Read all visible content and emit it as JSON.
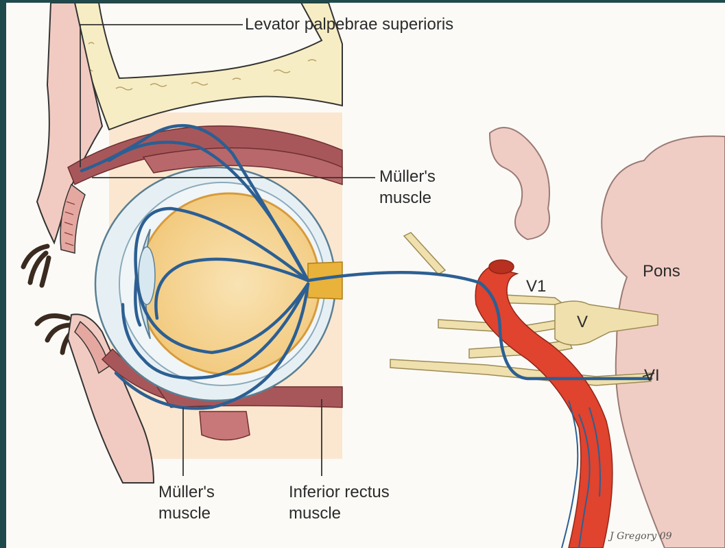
{
  "labels": {
    "levator": "Levator palpebrae superioris",
    "muller_upper_1": "Müller's",
    "muller_upper_2": "muscle",
    "muller_lower_1": "Müller's",
    "muller_lower_2": "muscle",
    "inferior_1": "Inferior rectus",
    "inferior_2": "muscle",
    "pons": "Pons",
    "v1": "V1",
    "v": "V",
    "vi": "VI"
  },
  "signature": "J Gregory 09",
  "colors": {
    "frame": "#1f4a4c",
    "background": "#fbfaf6",
    "nerve": "#2c5f93",
    "artery": "#e0432e",
    "muscle": "#a7575a",
    "skin": "#f1cbc2",
    "bone": "#f7edc4",
    "eyeball": "#f6d79a",
    "cranial_nerve": "#efe0ad",
    "pons": "#f0cdc4"
  }
}
